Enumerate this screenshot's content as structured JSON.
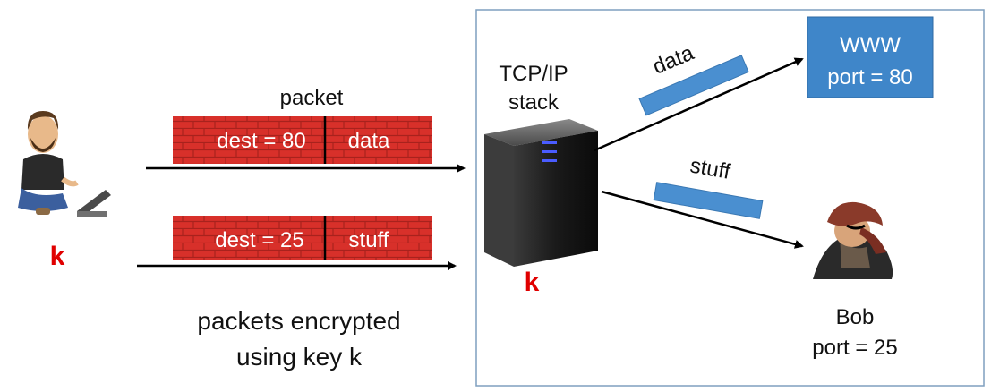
{
  "packet_label": "packet",
  "packets": [
    {
      "dest": "dest = 80",
      "payload": "data"
    },
    {
      "dest": "dest = 25",
      "payload": "stuff"
    }
  ],
  "caption_line1": "packets encrypted",
  "caption_line2": "using key k",
  "sender_key": "k",
  "server": {
    "label_line1": "TCP/IP",
    "label_line2": "stack",
    "key": "k"
  },
  "www": {
    "line1": "WWW",
    "line2": "port = 80"
  },
  "data_bar_label": "data",
  "stuff_bar_label": "stuff",
  "bob": {
    "name": "Bob",
    "port": "port = 25"
  },
  "colors": {
    "brick": "#d8302a",
    "mortar": "#a8221d",
    "blue_box": "#3f86c9",
    "bar": "#4a8fd0",
    "key": "#e00000",
    "frame": "#7f9fbf"
  }
}
